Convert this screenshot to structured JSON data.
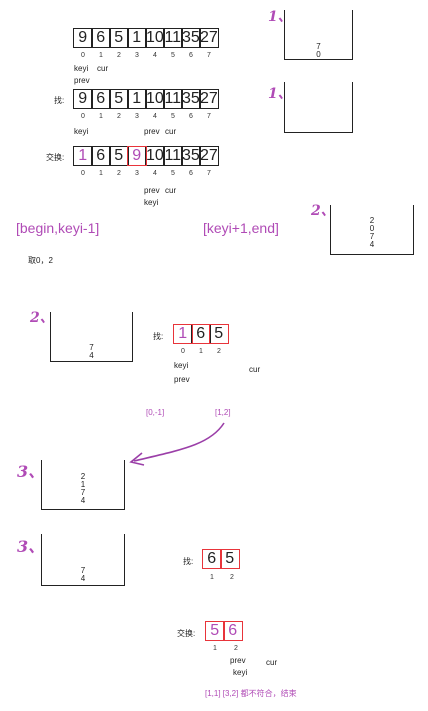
{
  "row1": {
    "cells": [
      "9",
      "6",
      "5",
      "1",
      "10",
      "11",
      "35",
      "27"
    ],
    "indices": [
      "0",
      "1",
      "2",
      "3",
      "4",
      "5",
      "6",
      "7"
    ],
    "keyi": "keyi",
    "cur": "cur",
    "prev": "prev"
  },
  "row2": {
    "label": "找:",
    "cells": [
      "9",
      "6",
      "5",
      "1",
      "10",
      "11",
      "35",
      "27"
    ],
    "indices": [
      "0",
      "1",
      "2",
      "3",
      "4",
      "5",
      "6",
      "7"
    ],
    "keyi": "keyi",
    "prev": "prev",
    "cur": "cur"
  },
  "row3": {
    "label": "交换:",
    "cells": [
      "1",
      "6",
      "5",
      "9",
      "10",
      "11",
      "35",
      "27"
    ],
    "indices": [
      "0",
      "1",
      "2",
      "3",
      "4",
      "5",
      "6",
      "7"
    ],
    "prev": "prev",
    "cur": "cur",
    "keyi": "keyi"
  },
  "range_left": "[begin,keyi-1]",
  "range_right": "[keyi+1,end]",
  "take_note": "取0，2",
  "stack1": {
    "step": "1、",
    "items": [
      "7",
      "0"
    ]
  },
  "stack2": {
    "step": "1、",
    "items": []
  },
  "stack3": {
    "step": "2、",
    "items": [
      "2",
      "0",
      "7",
      "4"
    ]
  },
  "stack4": {
    "step": "2、",
    "items": [
      "7",
      "4"
    ]
  },
  "row4": {
    "label": "找:",
    "cells": [
      "1",
      "6",
      "5"
    ],
    "indices": [
      "0",
      "1",
      "2"
    ],
    "keyi": "keyi",
    "prev": "prev",
    "cur": "cur"
  },
  "ranges2": {
    "left": "[0,-1]",
    "right": "[1,2]"
  },
  "stack5": {
    "step": "3、",
    "items": [
      "2",
      "1",
      "7",
      "4"
    ]
  },
  "stack6": {
    "step": "3、",
    "items": [
      "7",
      "4"
    ]
  },
  "row5": {
    "label": "找:",
    "cells": [
      "6",
      "5"
    ],
    "indices": [
      "1",
      "2"
    ]
  },
  "row6": {
    "label": "交换:",
    "cells": [
      "5",
      "6"
    ],
    "indices": [
      "1",
      "2"
    ],
    "prev": "prev",
    "keyi": "keyi",
    "cur": "cur"
  },
  "final_note": "[1,1]  [3,2]   都不符合，结束",
  "colors": {
    "accent_purple": "#b04bb6",
    "highlight_red": "#e8343a",
    "arrow_purple": "#9b3fa8"
  }
}
